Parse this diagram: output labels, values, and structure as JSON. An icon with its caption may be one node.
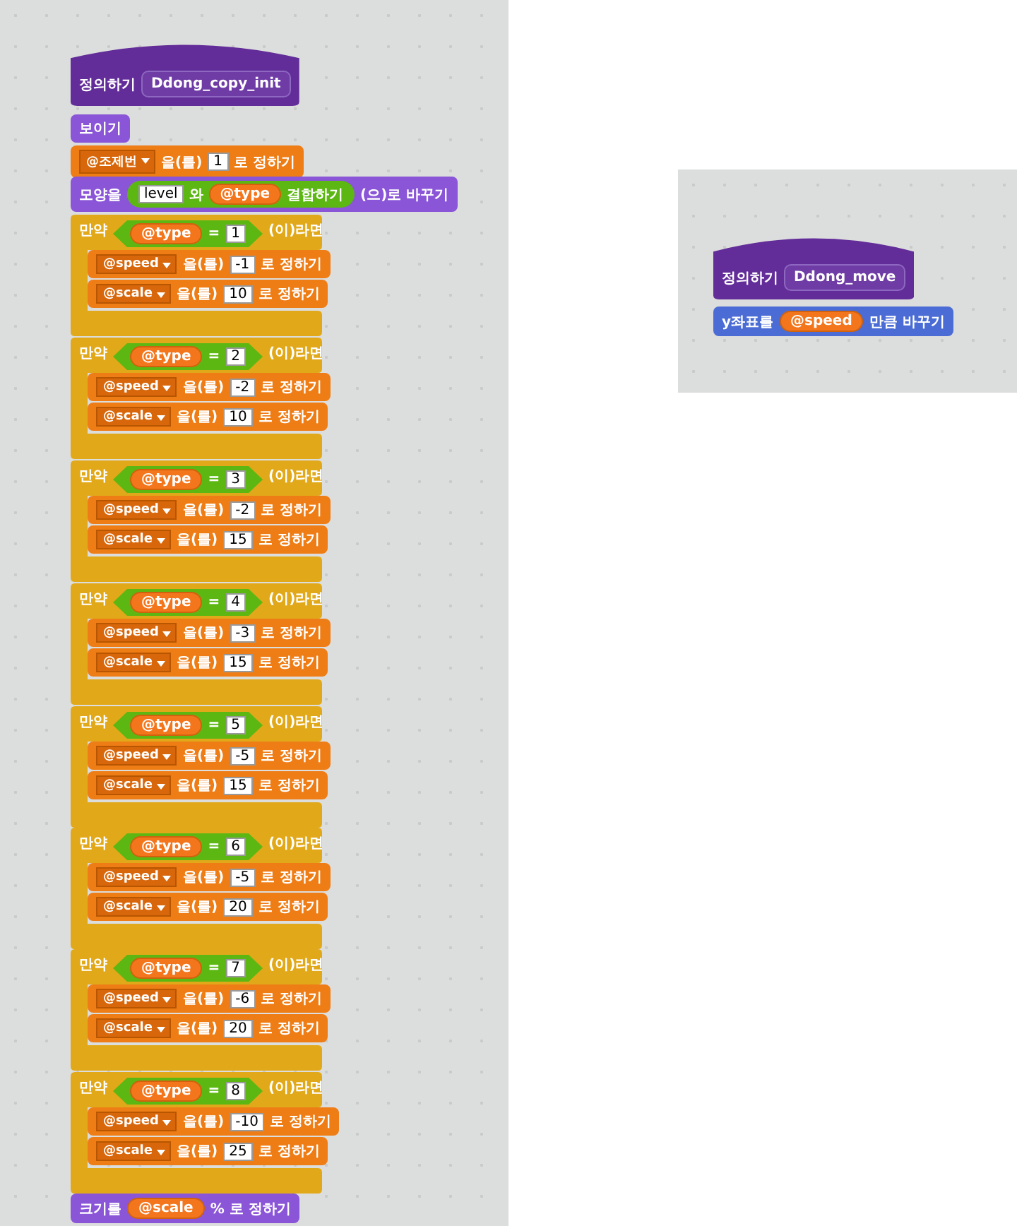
{
  "diagram": {
    "nodes": [
      {
        "text": [
          "정의하기",
          "Ddong_copy_init"
        ]
      },
      {
        "text": [
          "보이기"
        ]
      },
      {
        "text": [
          "@조제번",
          "을(를)",
          "1",
          "로 정하기"
        ]
      },
      {
        "text": [
          "모양을",
          "level",
          "와",
          "@type",
          "결합하기",
          "(으)로 바꾸기"
        ]
      },
      {
        "text": [
          "만약",
          "@type",
          "=",
          "1",
          "(이)라면"
        ]
      },
      {
        "text": [
          "@speed",
          "을(를)",
          "-1",
          "로 정하기"
        ],
        "in": 4
      },
      {
        "text": [
          "@scale",
          "을(를)",
          "10",
          "로 정하기"
        ],
        "in": 4
      },
      {
        "text": [
          "만약",
          "@type",
          "=",
          "2",
          "(이)라면"
        ]
      },
      {
        "text": [
          "@speed",
          "을(를)",
          "-2",
          "로 정하기"
        ],
        "in": 7
      },
      {
        "text": [
          "@scale",
          "을(를)",
          "10",
          "로 정하기"
        ],
        "in": 7
      },
      {
        "text": [
          "만약",
          "@type",
          "=",
          "3",
          "(이)라면"
        ]
      },
      {
        "text": [
          "@speed",
          "을(를)",
          "-2",
          "로 정하기"
        ],
        "in": 10
      },
      {
        "text": [
          "@scale",
          "을(를)",
          "15",
          "로 정하기"
        ],
        "in": 10
      },
      {
        "text": [
          "만약",
          "@type",
          "=",
          "4",
          "(이)라면"
        ]
      },
      {
        "text": [
          "@speed",
          "을(를)",
          "-3",
          "로 정하기"
        ],
        "in": 13
      },
      {
        "text": [
          "@scale",
          "을(를)",
          "15",
          "로 정하기"
        ],
        "in": 13
      },
      {
        "text": [
          "만약",
          "@type",
          "=",
          "5",
          "(이)라면"
        ]
      },
      {
        "text": [
          "@speed",
          "을(를)",
          "-5",
          "로 정하기"
        ],
        "in": 16
      },
      {
        "text": [
          "@scale",
          "을(를)",
          "15",
          "로 정하기"
        ],
        "in": 16
      },
      {
        "text": [
          "만약",
          "@type",
          "=",
          "6",
          "(이)라면"
        ]
      },
      {
        "text": [
          "@speed",
          "을(를)",
          "-5",
          "로 정하기"
        ],
        "in": 19
      },
      {
        "text": [
          "@scale",
          "을(를)",
          "20",
          "로 정하기"
        ],
        "in": 19
      },
      {
        "text": [
          "만약",
          "@type",
          "=",
          "7",
          "(이)라면"
        ]
      },
      {
        "text": [
          "@speed",
          "을(를)",
          "-6",
          "로 정하기"
        ],
        "in": 22
      },
      {
        "text": [
          "@scale",
          "을(를)",
          "20",
          "로 정하기"
        ],
        "in": 22
      },
      {
        "text": [
          "만약",
          "@type",
          "=",
          "8",
          "(이)라면"
        ]
      },
      {
        "text": [
          "@speed",
          "을(를)",
          "-10",
          "로 정하기"
        ],
        "in": 25
      },
      {
        "text": [
          "@scale",
          "을(를)",
          "25",
          "로 정하기"
        ],
        "in": 25
      },
      {
        "text": [
          "크기를",
          "@scale",
          "% 로 정하기"
        ]
      },
      {
        "text": [
          "정의하기",
          "Ddong_move"
        ]
      },
      {
        "text": [
          "y좌표를",
          "@speed",
          "만큼 바꾸기"
        ]
      }
    ]
  }
}
